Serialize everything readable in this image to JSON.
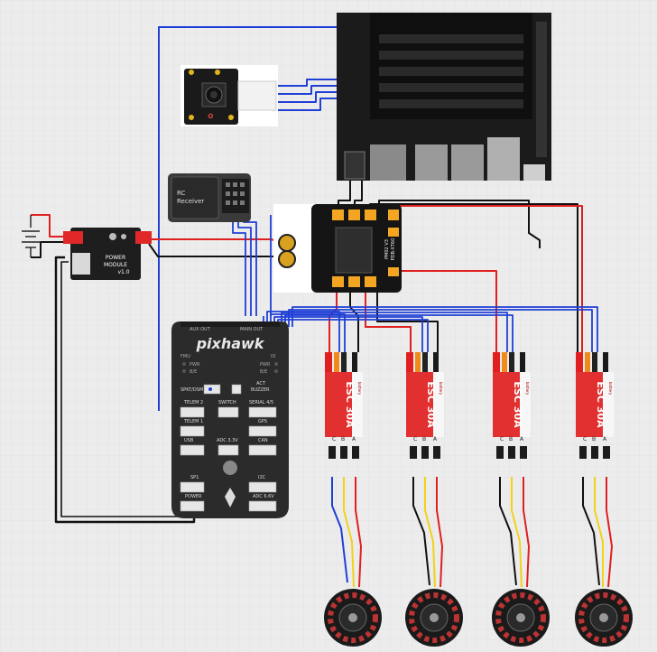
{
  "pixhawk": {
    "logo": "pixhawk",
    "top_labels": [
      "AUX OUT",
      "MAIN OUT"
    ],
    "led_left": [
      "FMU",
      "PWR",
      "B/E"
    ],
    "led_right": [
      "IO",
      "PWR",
      "B/E"
    ],
    "ports": {
      "spkt": "SPKT/DSM",
      "act": "ACT",
      "buzzer": "BUZZER",
      "telem2": "TELEM 2",
      "switch": "SWITCH",
      "serial": "SERIAL 4/5",
      "telem1": "TELEM 1",
      "gps": "GPS",
      "usb": "USB",
      "adc33": "ADC 3.3V",
      "can": "CAN",
      "sp1": "SP1",
      "i2c": "I2C",
      "power": "POWER",
      "adc66": "ADC 6.6V"
    }
  },
  "power_module": {
    "line1": "POWER",
    "line2": "MODULE",
    "line3": "v1.0"
  },
  "rc_receiver": {
    "line1": "RC",
    "line2": "Receiver"
  },
  "pdb": {
    "label": "PM02 V3",
    "label2": "PDB-XT60"
  },
  "escs": [
    {
      "title": "ESC 30A",
      "battery": "battery",
      "pins": [
        "C",
        "B",
        "A"
      ]
    },
    {
      "title": "ESC 30A",
      "battery": "battery",
      "pins": [
        "C",
        "B",
        "A"
      ]
    },
    {
      "title": "ESC 30A",
      "battery": "battery",
      "pins": [
        "C",
        "B",
        "A"
      ]
    },
    {
      "title": "ESC 30A",
      "battery": "battery",
      "pins": [
        "C",
        "B",
        "A"
      ]
    }
  ],
  "colors": {
    "wire_blue": "#1f3fd6",
    "wire_red": "#e02020",
    "wire_black": "#111111",
    "wire_yellow": "#f2d21a",
    "wire_orange": "#f08a1a",
    "pixhawk_body": "#2b2b2b",
    "esc_red": "#e23030",
    "pdb_black": "#151515",
    "connector_orange": "#f4a623"
  }
}
